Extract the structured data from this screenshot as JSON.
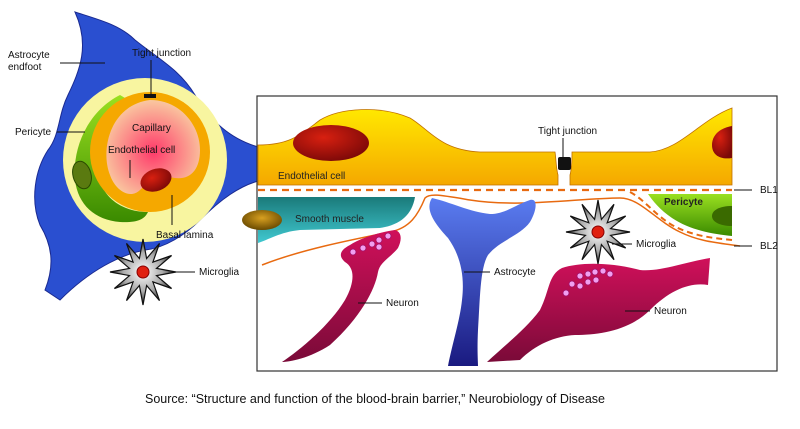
{
  "title": "Blood-brain barrier structure diagram",
  "left_panel": {
    "labels": {
      "astrocyte_endfoot": [
        "Astrocyte",
        "endfoot"
      ],
      "tight_junction": "Tight junction",
      "pericyte": "Pericyte",
      "capillary": "Capillary",
      "endothelial_cell": "Endothelial cell",
      "basal_lamina": "Basal lamina",
      "microglia": "Microglia"
    }
  },
  "right_panel": {
    "labels": {
      "tight_junction": "Tight junction",
      "endothelial_cell": "Endothelial cell",
      "bl1": "BL1",
      "bl2": "BL2",
      "smooth_muscle": "Smooth muscle",
      "pericyte": "Pericyte",
      "microglia": "Microglia",
      "astrocyte": "Astrocyte",
      "neuron_left": "Neuron",
      "neuron_right": "Neuron"
    }
  },
  "caption": "Source: “Structure and function of the blood-brain barrier,” Neurobiology of Disease",
  "colors": {
    "astrocyte": "#2a4fd0",
    "endothelial": "#f5b400",
    "nucleus": "#b01010",
    "pericyte": "#5aa000",
    "smooth_muscle": "#2aa6a6",
    "neuron": "#b0104e",
    "basal_lamina": "#e86a10",
    "capillary": "#f06080"
  }
}
